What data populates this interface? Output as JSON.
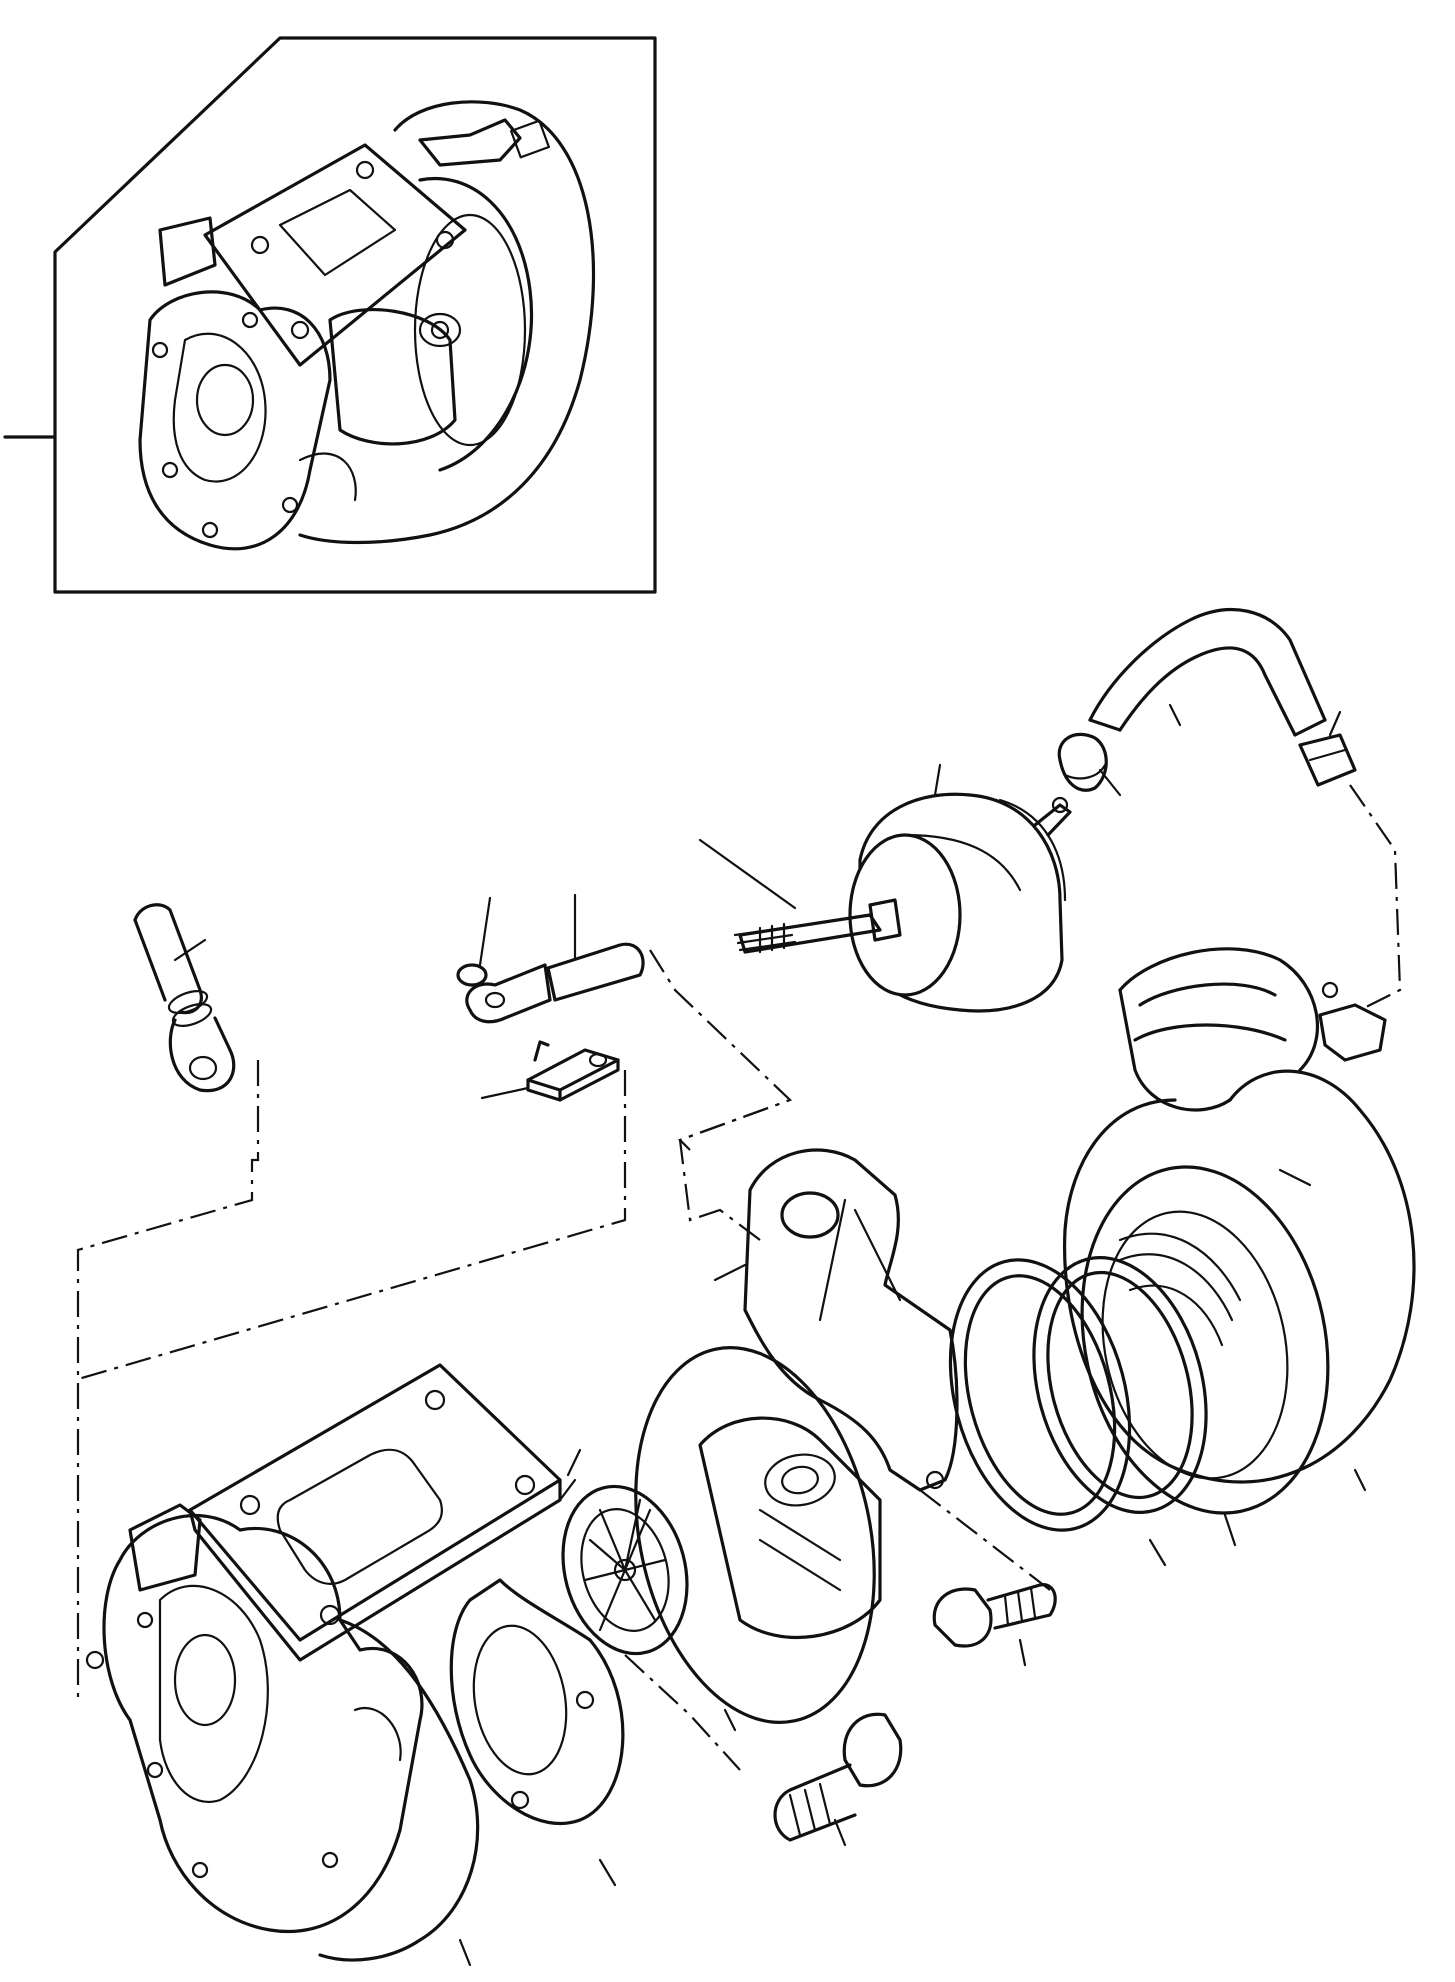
{
  "diagram": {
    "kind": "exploded parts drawing",
    "colors": {
      "line": "#111111",
      "background": "#ffffff"
    },
    "parts": [
      "inset-turbocharger-assembly",
      "oil-drain-tube",
      "retaining-clip",
      "wastegate-rod-end",
      "mounting-bracket",
      "wastegate-actuator",
      "actuator-hose",
      "hose-clamp",
      "hose-fitting",
      "compressor-housing",
      "v-band-clamp-outer",
      "v-band-clamp-inner",
      "backing-plate",
      "center-housing-rotating-assembly",
      "turbine-heat-shield",
      "turbine-housing",
      "compressor-housing-bolt",
      "turbine-housing-bolt"
    ]
  }
}
